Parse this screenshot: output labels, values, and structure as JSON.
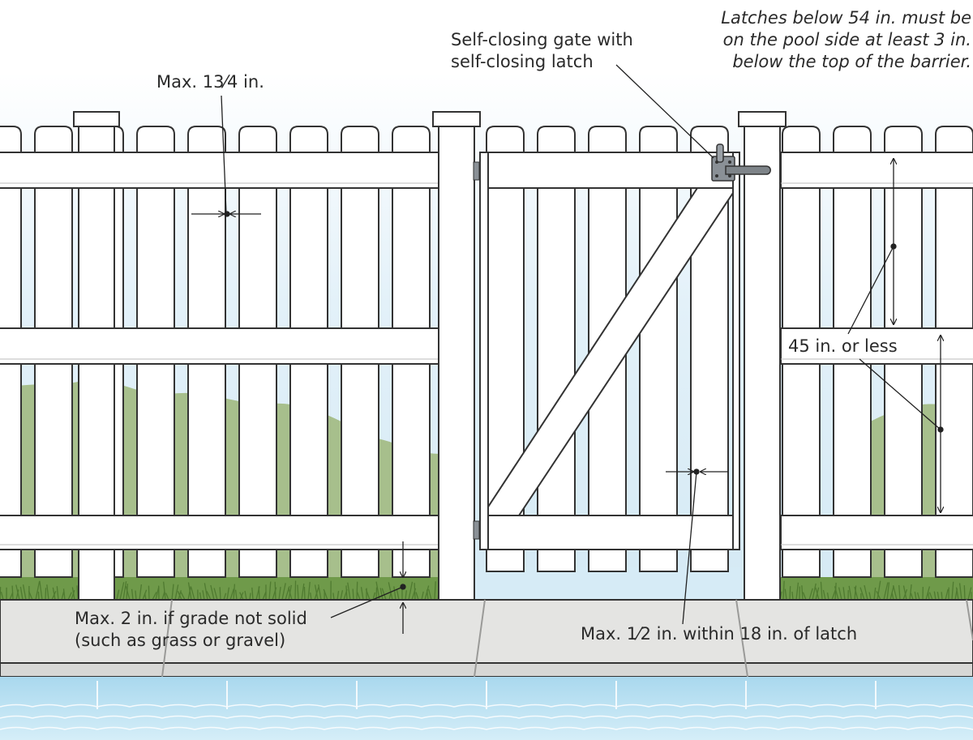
{
  "diagram": {
    "latch_height_note": {
      "lines": [
        "Latches below 54 in. must be",
        "on the pool side at least 3 in.",
        "below the top of the barrier."
      ]
    },
    "gate_note": {
      "lines": [
        "Self-closing gate with",
        "self-closing latch"
      ]
    },
    "picket_gap_label": {
      "prefix": "Max. 1",
      "fraction": "3⁄4",
      "suffix": " in."
    },
    "rail_spacing_label": "45 in. or less",
    "bottom_gap_note": {
      "lines": [
        "Max. 2 in. if grade not solid",
        "(such as grass or gravel)"
      ]
    },
    "latch_gap_label": {
      "prefix": "Max. ",
      "fraction": "1⁄2",
      "suffix": " in. within 18 in. of latch"
    }
  },
  "colors": {
    "sky": "#d9ecf7",
    "fence": "#ffffff",
    "outline": "#333333",
    "shrub": "#a7bf8c",
    "grass": "#6f9a4a",
    "pavement": "#e4e4e2",
    "pool": "#bfe3f3",
    "hardware": "#8a9096"
  }
}
